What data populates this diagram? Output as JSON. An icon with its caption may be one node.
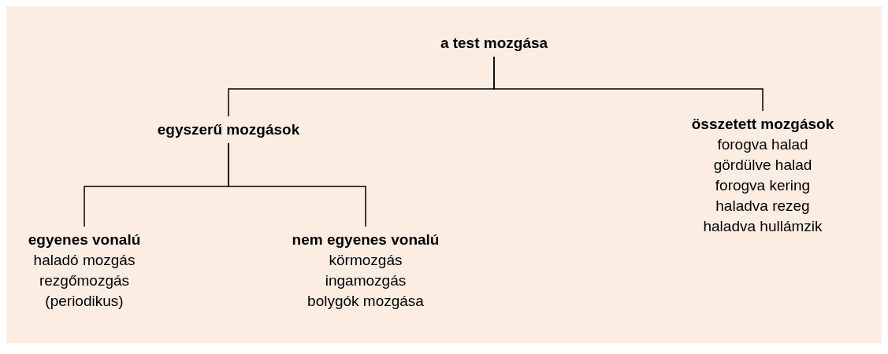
{
  "diagram": {
    "nodes": [
      {
        "text": [
          "a test mozgása"
        ]
      },
      {
        "text": [
          "egyszerű mozgások"
        ]
      },
      {
        "text": [
          "összetett mozgások",
          "forogva halad",
          "gördülve halad",
          "forogva kering",
          "haladva rezeg",
          "haladva hullámzik"
        ]
      },
      {
        "text": [
          "egyenes vonalú",
          "haladó mozgás",
          "rezgőmozgás (periodikus)"
        ]
      },
      {
        "text": [
          "nem egyenes vonalú",
          "körmozgás",
          "ingamozgás",
          "bolygók mozgása"
        ]
      }
    ],
    "edges": [
      {
        "from": 0,
        "to": 1,
        "arrow": "none"
      },
      {
        "from": 0,
        "to": 2,
        "arrow": "none"
      },
      {
        "from": 1,
        "to": 3,
        "arrow": "none"
      },
      {
        "from": 1,
        "to": 4,
        "arrow": "none"
      }
    ]
  }
}
